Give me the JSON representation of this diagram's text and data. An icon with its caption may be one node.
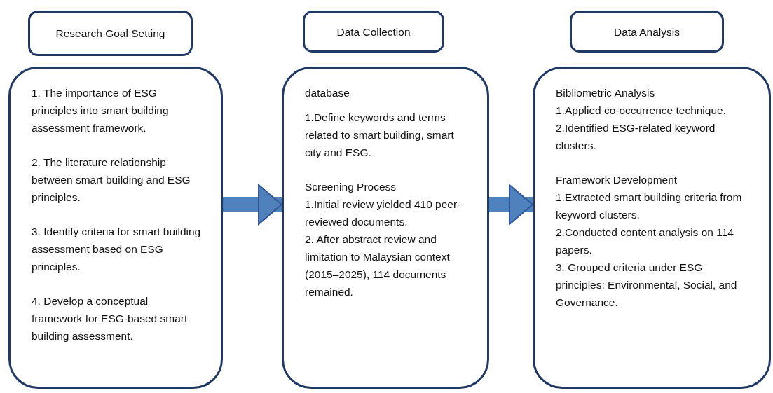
{
  "diagram": {
    "nodes": [
      {
        "text": [
          "Research Goal Setting"
        ]
      },
      {
        "text": [
          "1. The importance of ESG principles into smart building assessment framework.",
          "2. The literature relationship between smart building and ESG principles.",
          "3. Identify criteria for smart building assessment based on ESG principles.",
          "4. Develop a conceptual framework for ESG-based smart building assessment."
        ]
      },
      {
        "text": [
          "Data Collection"
        ]
      },
      {
        "text": [
          "database",
          "1.Define keywords and terms related to smart building, smart city and ESG.",
          "Screening Process",
          "1.Initial review yielded 410 peer-reviewed documents.",
          "2. After abstract review and limitation to Malaysian context (2015–2025), 114 documents remained."
        ]
      },
      {
        "text": [
          "Data Analysis"
        ]
      },
      {
        "text": [
          "Bibliometric Analysis",
          "1.Applied co-occurrence technique.",
          "2.Identified ESG-related keyword clusters.",
          "Framework Development",
          "1.Extracted smart building criteria from keyword clusters.",
          "2.Conducted content analysis on 114 papers.",
          "3. Grouped criteria under ESG principles: Environmental, Social, and Governance."
        ]
      }
    ],
    "edges": [
      {
        "from": 1,
        "to": 3,
        "arrow": "to"
      },
      {
        "from": 3,
        "to": 5,
        "arrow": "to"
      }
    ]
  }
}
